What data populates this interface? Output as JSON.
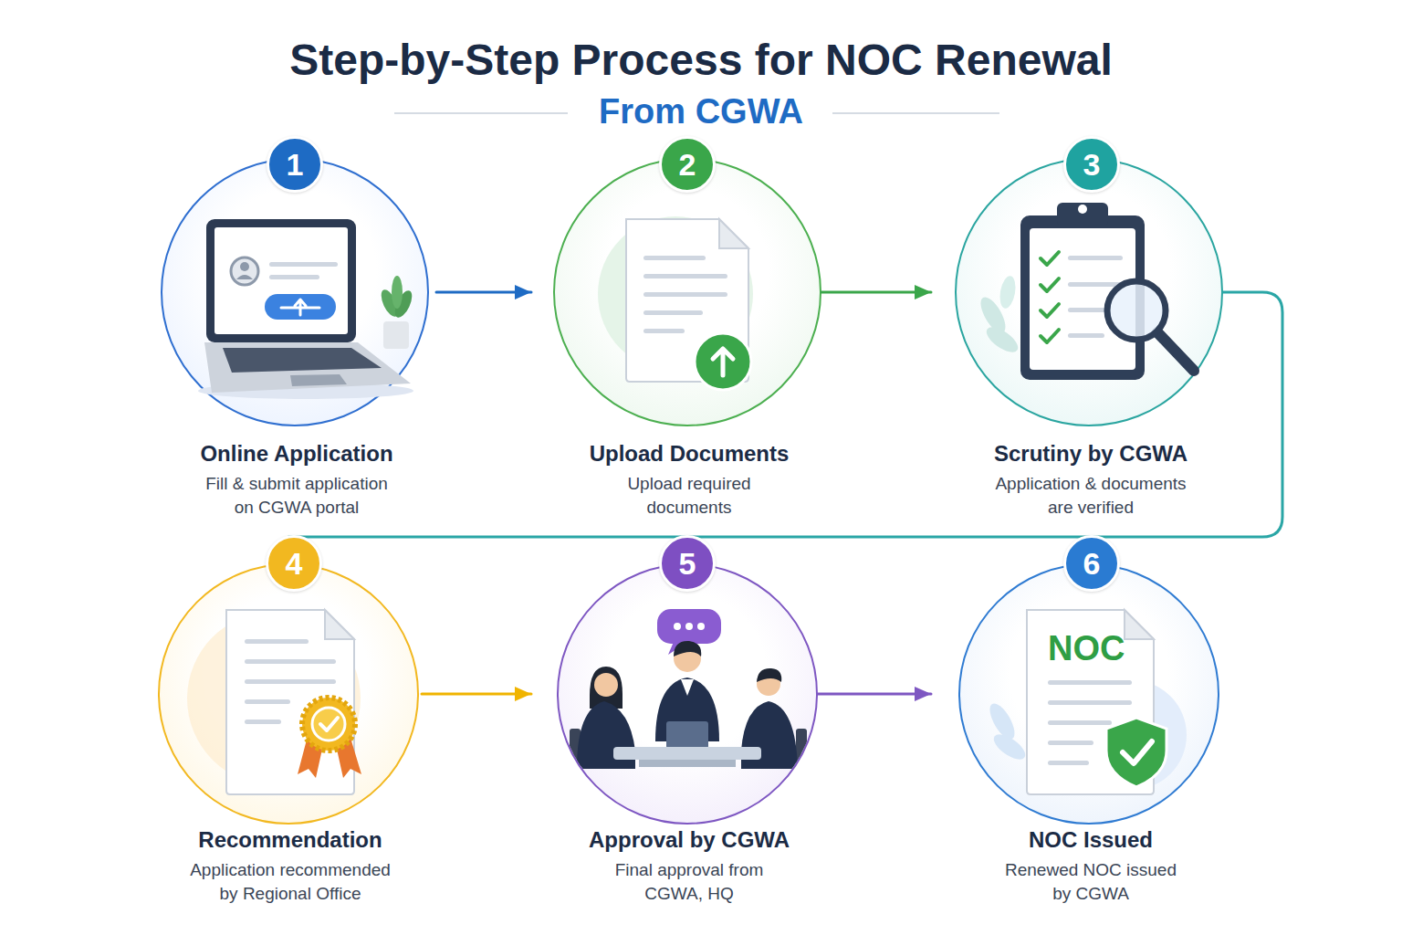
{
  "diagram": {
    "title": "Step-by-Step Process for NOC Renewal",
    "nodes": [
      {
        "text": [
          "Online Application",
          "Fill & submit application on CGWA portal"
        ]
      },
      {
        "text": [
          "Upload Documents",
          "Upload required documents"
        ]
      },
      {
        "text": [
          "Scrutiny by CGWA",
          "Application & documents are verified"
        ]
      },
      {
        "text": [
          "Recommendation",
          "Application recommended by Regional Office"
        ]
      },
      {
        "text": [
          "Approval by CGWA",
          "Final approval from CGWA, HQ"
        ]
      },
      {
        "text": [
          "NOC Issued",
          "Renewed NOC issued by CGWA"
        ]
      }
    ],
    "edges": [
      {
        "from": 0,
        "to": 1,
        "arrow": "to"
      },
      {
        "from": 1,
        "to": 2,
        "arrow": "to"
      },
      {
        "from": 2,
        "to": 3,
        "arrow": "none"
      },
      {
        "from": 3,
        "to": 4,
        "arrow": "to"
      },
      {
        "from": 4,
        "to": 5,
        "arrow": "to"
      }
    ],
    "labels": [
      "From CGWA",
      "1",
      "2",
      "3",
      "4",
      "5",
      "6",
      "NOC"
    ]
  }
}
